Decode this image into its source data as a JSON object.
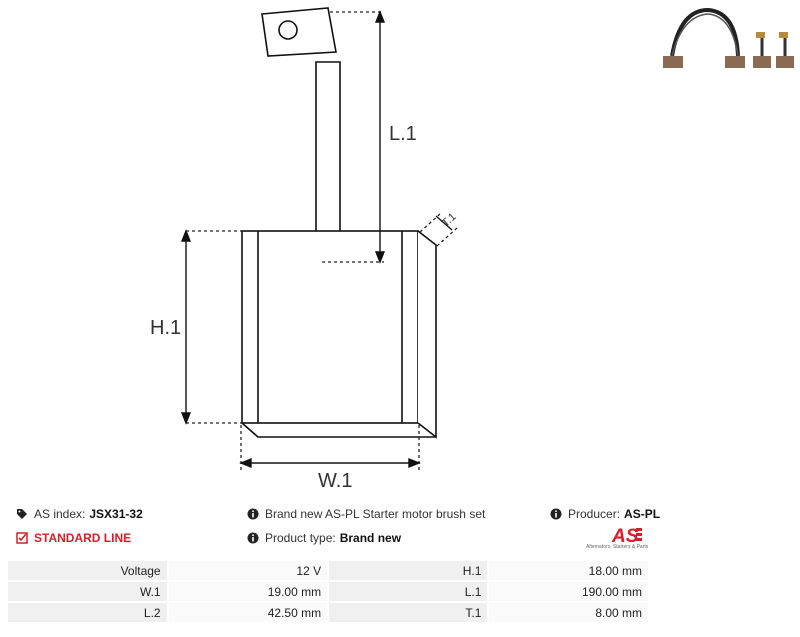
{
  "dimension_labels": {
    "l1": "L.1",
    "h1": "H.1",
    "w1": "W.1",
    "t1": "T.1"
  },
  "info": {
    "as_index_label": "AS index:",
    "as_index_value": "JSX31-32",
    "standard_line": "STANDARD LINE",
    "description": "Brand new AS-PL Starter motor brush set",
    "product_type_label": "Product type:",
    "product_type_value": "Brand new",
    "producer_label": "Producer:",
    "producer_value": "AS-PL"
  },
  "logo": {
    "text": "AS",
    "tagline": "Alternators, Starters & Parts",
    "color": "#d4202a"
  },
  "specs": [
    [
      {
        "label": "Voltage",
        "value": "12 V"
      },
      {
        "label": "H.1",
        "value": "18.00 mm"
      }
    ],
    [
      {
        "label": "W.1",
        "value": "19.00 mm"
      },
      {
        "label": "L.1",
        "value": "190.00 mm"
      }
    ],
    [
      {
        "label": "L.2",
        "value": "42.50 mm"
      },
      {
        "label": "T.1",
        "value": "8.00 mm"
      }
    ]
  ]
}
